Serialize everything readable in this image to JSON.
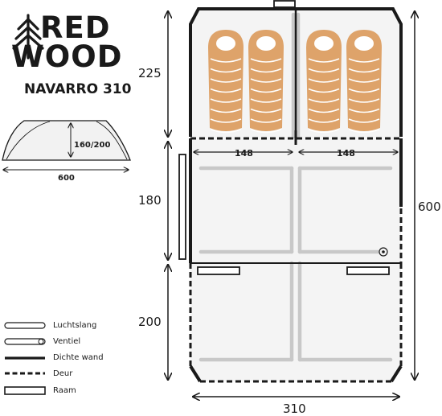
{
  "brand": {
    "line1": "RED",
    "line2": "WOOD",
    "logo_icon": "pine-tree-icon"
  },
  "model": "NAVARRO 310",
  "side_view": {
    "height": "160/200",
    "length": "600"
  },
  "dimensions": {
    "bedroom_depth": "225",
    "living_depth": "180",
    "porch_depth": "200",
    "total_length": "600",
    "total_width": "310",
    "bedroom_left_width": "148",
    "bedroom_right_width": "148"
  },
  "legend": [
    {
      "label": "Luchtslang",
      "symbol": "air-beam"
    },
    {
      "label": "Ventiel",
      "symbol": "valve"
    },
    {
      "label": "Dichte wand",
      "symbol": "solid-wall"
    },
    {
      "label": "Deur",
      "symbol": "door"
    },
    {
      "label": "Raam",
      "symbol": "window"
    }
  ],
  "colors": {
    "sleeping_bag": "#dea36a",
    "line": "#1a1a1a",
    "floor": "#f4f4f4",
    "air_beam": "#c8c8c8"
  }
}
